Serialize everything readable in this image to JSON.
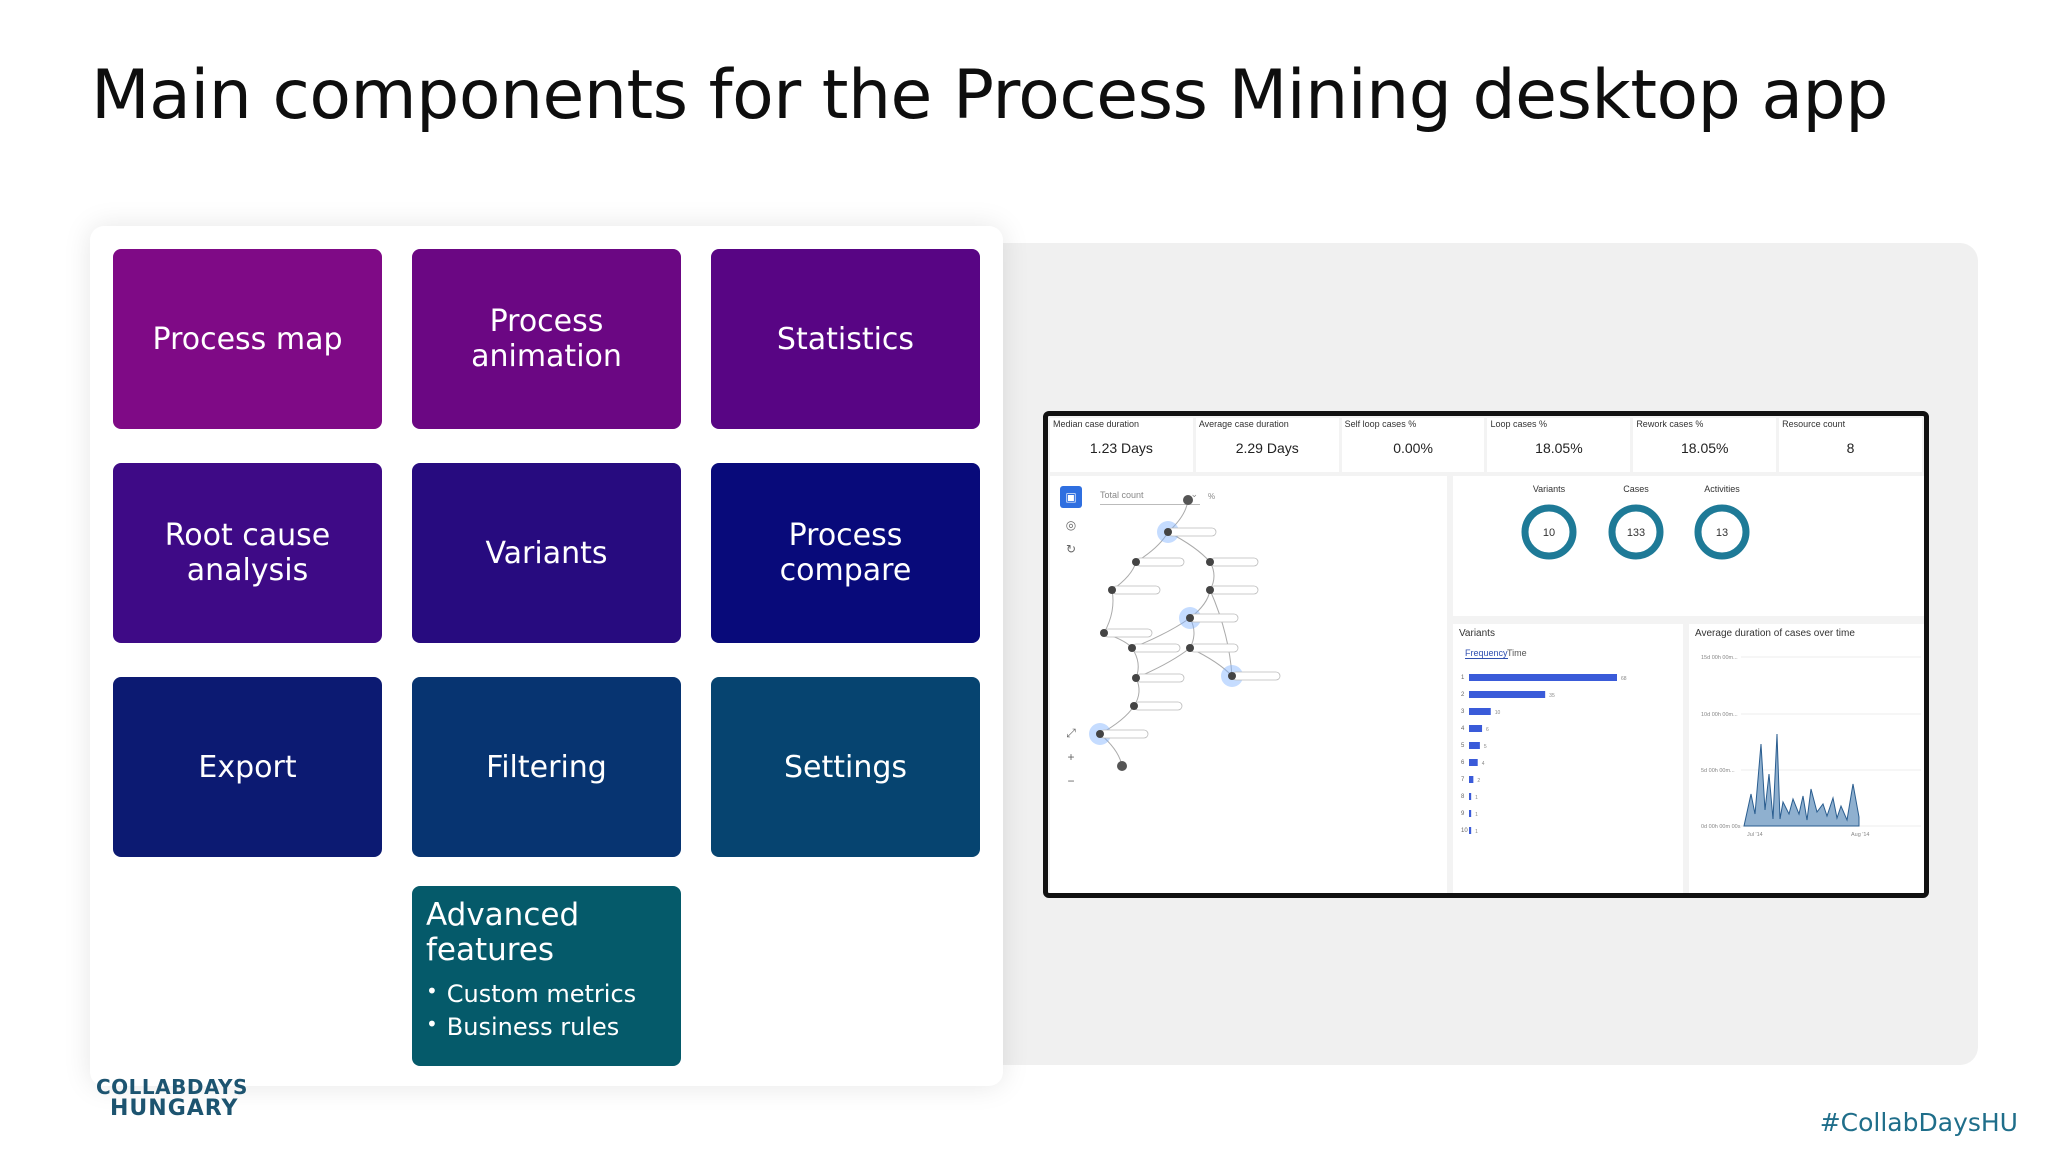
{
  "slide": {
    "title": "Main components for the Process Mining desktop app",
    "hashtag": "#CollabDaysHU",
    "logo": {
      "line1": "COLLABDAYS",
      "line2": "HUNGARY"
    }
  },
  "tiles": [
    {
      "label": "Process map",
      "color": "#7f0a86"
    },
    {
      "label": "Process animation",
      "color": "#6b0783"
    },
    {
      "label": "Statistics",
      "color": "#580584"
    },
    {
      "label": "Root cause analysis",
      "color": "#3e0a86"
    },
    {
      "label": "Variants",
      "color": "#270b7f"
    },
    {
      "label": "Process compare",
      "color": "#080a7a"
    },
    {
      "label": "Export",
      "color": "#0c1a72"
    },
    {
      "label": "Filtering",
      "color": "#073471"
    },
    {
      "label": "Settings",
      "color": "#064470"
    }
  ],
  "advanced": {
    "title": "Advanced features",
    "items": [
      "Custom metrics",
      "Business rules"
    ],
    "color": "#055a6a"
  },
  "screenshot": {
    "kpis": [
      {
        "label": "Median case duration",
        "value": "1.23 Days"
      },
      {
        "label": "Average case duration",
        "value": "2.29 Days"
      },
      {
        "label": "Self loop cases %",
        "value": "0.00%"
      },
      {
        "label": "Loop cases %",
        "value": "18.05%"
      },
      {
        "label": "Rework cases %",
        "value": "18.05%"
      },
      {
        "label": "Resource count",
        "value": "8"
      }
    ],
    "process_map": {
      "select_placeholder": "Total count",
      "percent_symbol": "%"
    },
    "donuts": [
      {
        "label": "Variants",
        "value": "10"
      },
      {
        "label": "Cases",
        "value": "133"
      },
      {
        "label": "Activities",
        "value": "13"
      }
    ],
    "variants_chart": {
      "title": "Variants",
      "tabs": [
        "Frequency",
        "Time"
      ],
      "rows": [
        "1",
        "2",
        "3",
        "4",
        "5",
        "6",
        "7",
        "8",
        "9",
        "10"
      ],
      "values": [
        68,
        35,
        10,
        6,
        5,
        4,
        2,
        1,
        1,
        1
      ],
      "shown_labels": [
        "68",
        "35",
        "10",
        "6",
        "5",
        "4",
        "2",
        "1",
        "1",
        "1"
      ]
    },
    "duration_chart": {
      "title": "Average duration of cases over time",
      "y_ticks": [
        "15d 00h 00m...",
        "10d 00h 00m...",
        "5d 00h 00m...",
        "0d 00h 00m 00s"
      ],
      "x_ticks": [
        "Jul '14",
        "Aug '14"
      ],
      "accent": "#2a5d8f"
    },
    "accent_blue": "#3a5bd9",
    "donut_color": "#1e7a97"
  }
}
